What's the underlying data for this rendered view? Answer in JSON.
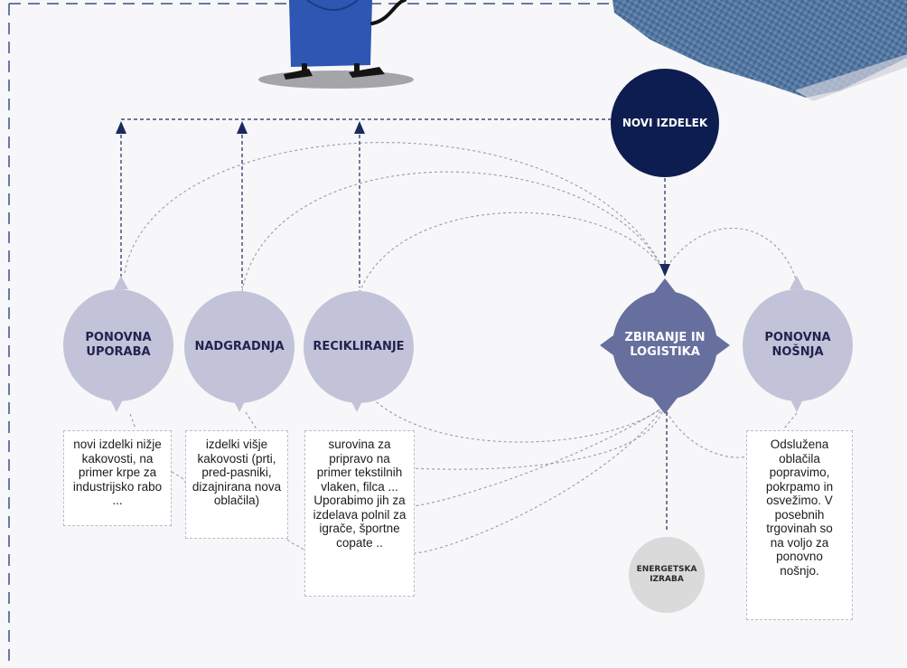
{
  "nodes": {
    "novi_izdelek": "NOVI IZDELEK",
    "ponovna_uporaba": "PONOVNA UPORABA",
    "nadgradnja": "NADGRADNJA",
    "recikliranje": "RECIKLIRANJE",
    "zbiranje": "ZBIRANJE IN LOGISTIKA",
    "ponovna_nosnja": "PONOVNA NOŠNJA",
    "energetska": "ENERGETSKA IZRABA"
  },
  "boxes": {
    "ponovna_uporaba": "novi izdelki nižje kakovosti, na primer krpe za industrijsko rabo ...",
    "nadgradnja": "izdelki višje kakovosti (prti, pred-pasniki, dizajnirana nova oblačila)",
    "recikliranje": "surovina za pripravo na primer tekstilnih vlaken, filca ... Uporabimo jih  za izdelava polnil za igrače, športne copate ..",
    "ponovna_nosnja": "Odslužena oblačila popravimo, pokrpamo in osvežimo. V posebnih trgovinah so na voljo za ponovno nošnjo."
  },
  "colors": {
    "category_node": "#c2c3d8",
    "hub_node": "#666f9e",
    "new_product_node": "#0e1d50",
    "energy_node": "#dadada",
    "connector": "#1b2a5c",
    "dashed_arc": "#9a9aa8"
  },
  "decor": {
    "mascot": "blue-jeans-character-illustration",
    "denim": "denim-jacket-photo-corner"
  }
}
